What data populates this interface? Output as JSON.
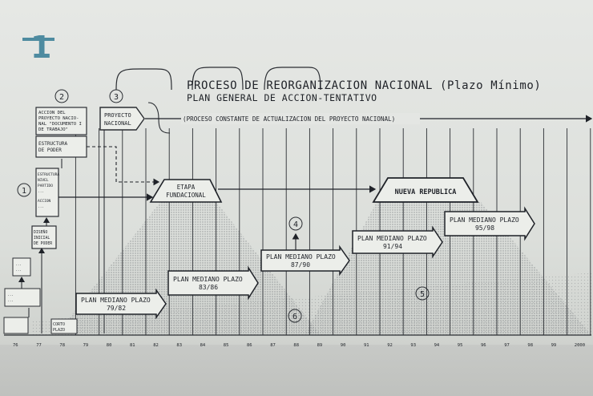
{
  "page_number": "1",
  "title": "PROCESO DE REORGANIZACION NACIONAL (Plazo Mínimo)",
  "subtitle": "PLAN GENERAL DE ACCION-TENTATIVO",
  "banner": "(PROCESO CONSTANTE DE ACTUALIZACION DEL PROYECTO NACIONAL)",
  "circles": {
    "c1": "1",
    "c2": "2",
    "c3": "3",
    "c4": "4",
    "c5": "5",
    "c6": "6"
  },
  "boxes": {
    "proyecto": [
      "PROYECTO",
      "NACIONAL"
    ],
    "accion": [
      "ACCION DEL",
      "PROYECTO NACIO-",
      "NAL \"DOCUMENTO I",
      "DE TRABAJO\""
    ],
    "estructura": [
      "ESTRUCTURA",
      "DE PODER"
    ],
    "left_mid": [
      "ESTRUCTURA",
      "NIVEL",
      "PARTIDO",
      "...",
      "ACCION",
      "..."
    ],
    "left_low": [
      "DISEÑO",
      "INICIAL",
      "DE PODER"
    ],
    "small_a": [
      "...",
      "..."
    ],
    "small_b": [
      "...",
      "..."
    ],
    "corto_plazo": [
      "CORTO",
      "PLAZO"
    ]
  },
  "stages": {
    "etapa": [
      "ETAPA",
      "FUNDACIONAL"
    ],
    "nueva": "NUEVA REPUBLICA"
  },
  "plans": [
    {
      "label": "PLAN MEDIANO PLAZO",
      "period": "79/82"
    },
    {
      "label": "PLAN MEDIANO PLAZO",
      "period": "83/86"
    },
    {
      "label": "PLAN MEDIANO PLAZO",
      "period": "87/90"
    },
    {
      "label": "PLAN MEDIANO PLAZO",
      "period": "91/94"
    },
    {
      "label": "PLAN MEDIANO PLAZO",
      "period": "95/98"
    }
  ],
  "years": [
    "76",
    "77",
    "78",
    "79",
    "80",
    "81",
    "82",
    "83",
    "84",
    "85",
    "86",
    "87",
    "88",
    "89",
    "90",
    "91",
    "92",
    "93",
    "94",
    "95",
    "96",
    "97",
    "98",
    "99",
    "2000"
  ]
}
